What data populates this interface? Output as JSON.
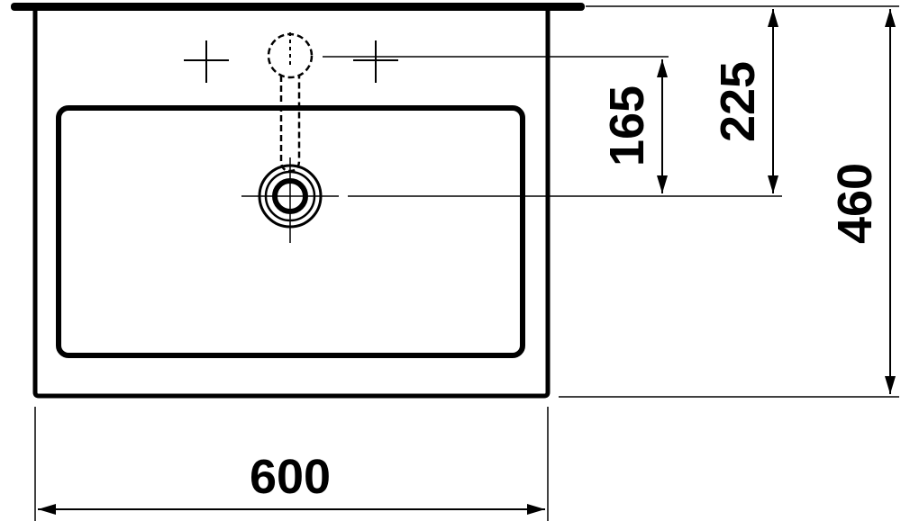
{
  "dimensions": {
    "width": "600",
    "depth": "460",
    "tap_to_drain": "165",
    "back_to_drain": "225"
  },
  "colors": {
    "line": "#000000",
    "background": "#ffffff"
  }
}
